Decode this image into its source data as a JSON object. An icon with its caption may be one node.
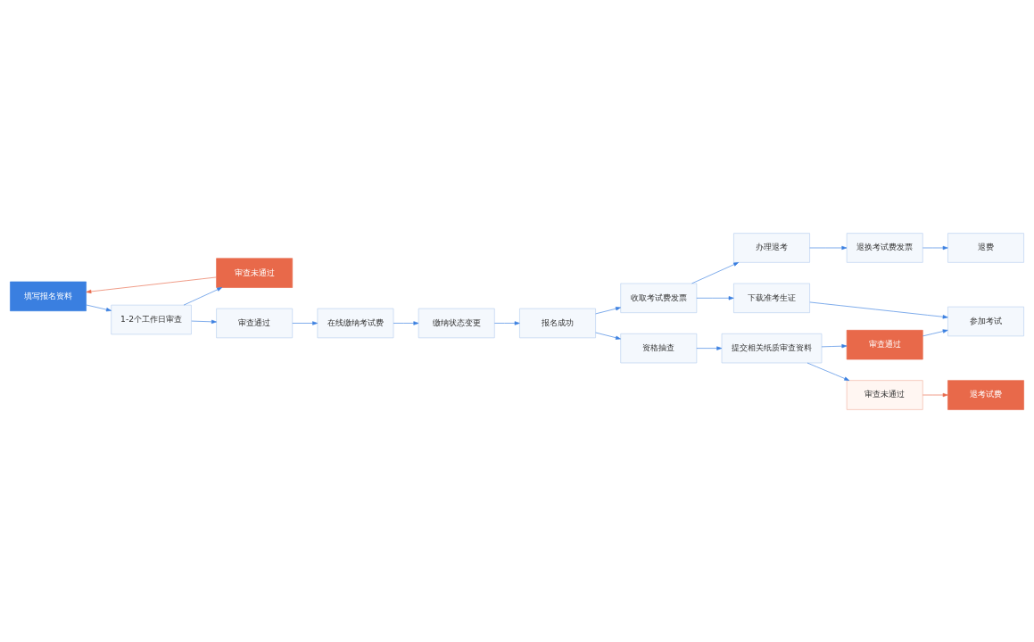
{
  "diagram": {
    "nodes": [
      {
        "text": [
          "填写报名资料"
        ]
      },
      {
        "text": [
          "1-2个工作日审查"
        ]
      },
      {
        "text": [
          "审查未通过"
        ]
      },
      {
        "text": [
          "审查通过"
        ]
      },
      {
        "text": [
          "在线缴纳考试费"
        ]
      },
      {
        "text": [
          "缴纳状态变更"
        ]
      },
      {
        "text": [
          "报名成功"
        ]
      },
      {
        "text": [
          "收取考试费发票"
        ]
      },
      {
        "text": [
          "下载准考生证"
        ]
      },
      {
        "text": [
          "参加考试"
        ]
      },
      {
        "text": [
          "办理退考"
        ]
      },
      {
        "text": [
          "退换考试费发票"
        ]
      },
      {
        "text": [
          "退费"
        ]
      },
      {
        "text": [
          "资格抽查"
        ]
      },
      {
        "text": [
          "提交相关纸质审查资料"
        ]
      },
      {
        "text": [
          "审查通过"
        ]
      },
      {
        "text": [
          "审查未通过"
        ]
      },
      {
        "text": [
          "退考试费"
        ]
      }
    ],
    "edges": [
      {
        "from": 0,
        "to": 1,
        "arrow": "to"
      },
      {
        "from": 1,
        "to": 2,
        "arrow": "to"
      },
      {
        "from": 1,
        "to": 3,
        "arrow": "to"
      },
      {
        "from": 2,
        "to": 0,
        "arrow": "to",
        "color": "#e8694a"
      },
      {
        "from": 3,
        "to": 4,
        "arrow": "to"
      },
      {
        "from": 4,
        "to": 5,
        "arrow": "to"
      },
      {
        "from": 5,
        "to": 6,
        "arrow": "to"
      },
      {
        "from": 6,
        "to": 7,
        "arrow": "to"
      },
      {
        "from": 7,
        "to": 8,
        "arrow": "to"
      },
      {
        "from": 8,
        "to": 9,
        "arrow": "to"
      },
      {
        "from": 7,
        "to": 10,
        "arrow": "to"
      },
      {
        "from": 10,
        "to": 11,
        "arrow": "to"
      },
      {
        "from": 11,
        "to": 12,
        "arrow": "to"
      },
      {
        "from": 6,
        "to": 13,
        "arrow": "to"
      },
      {
        "from": 13,
        "to": 14,
        "arrow": "to"
      },
      {
        "from": 14,
        "to": 15,
        "arrow": "to"
      },
      {
        "from": 14,
        "to": 16,
        "arrow": "to"
      },
      {
        "from": 15,
        "to": 9,
        "arrow": "to"
      },
      {
        "from": 16,
        "to": 17,
        "arrow": "to",
        "color": "#e8694a"
      }
    ]
  }
}
